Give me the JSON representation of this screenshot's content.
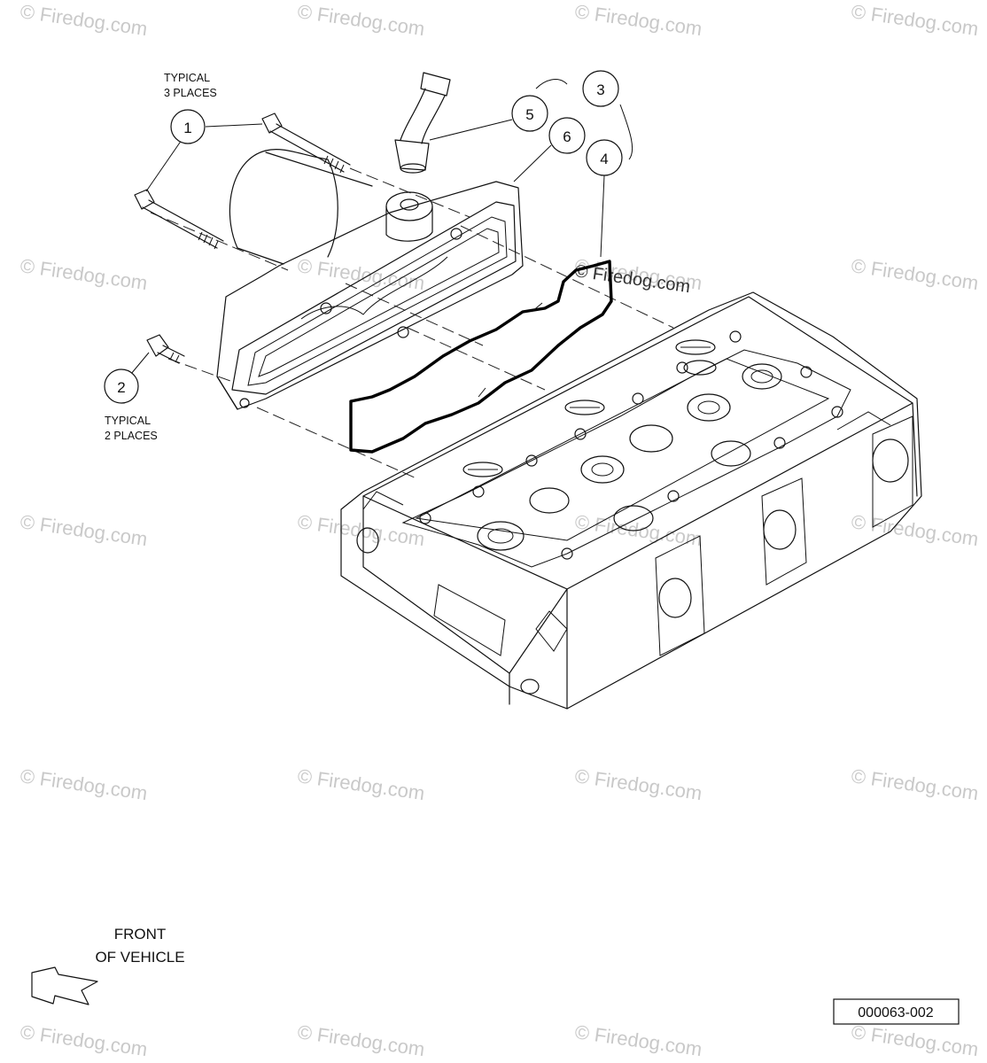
{
  "watermark": {
    "text": "© Firedog.com",
    "color": "#c9c9c9"
  },
  "notes": {
    "typical_3_line1": "TYPICAL",
    "typical_3_line2": "3 PLACES",
    "typical_2_line1": "TYPICAL",
    "typical_2_line2": "2 PLACES",
    "front_line1": "FRONT",
    "front_line2": "OF VEHICLE"
  },
  "callouts": {
    "c1": "1",
    "c2": "2",
    "c3": "3",
    "c4": "4",
    "c5": "5",
    "c6": "6"
  },
  "figure_id": "000063-002"
}
